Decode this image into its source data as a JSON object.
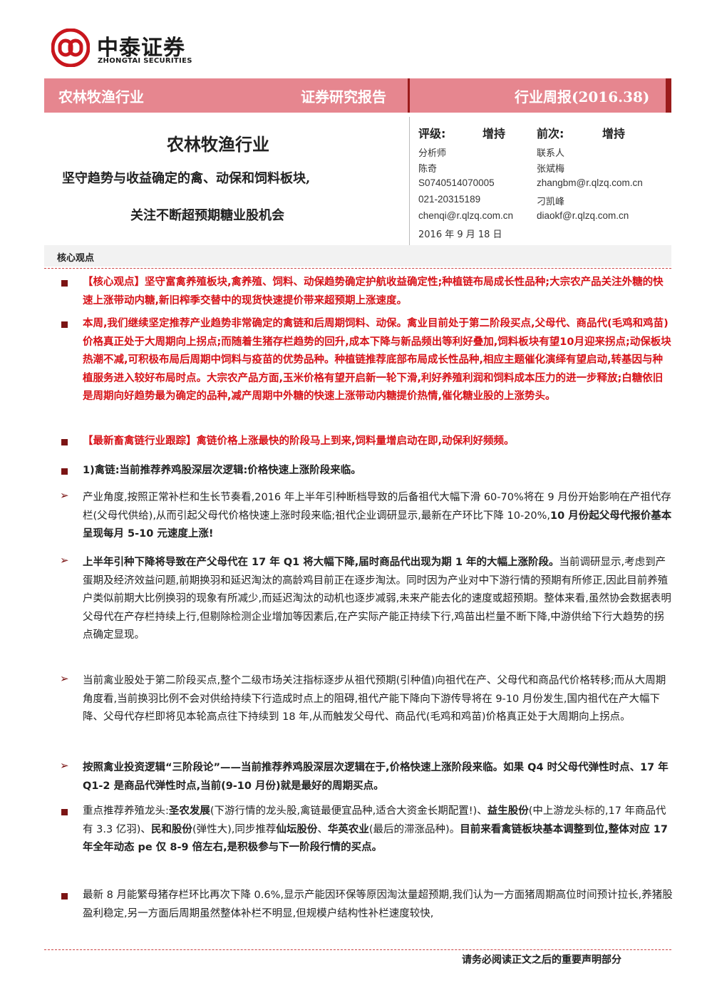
{
  "logo": {
    "cn": "中泰证券",
    "en": "ZHONGTAI SECURITIES",
    "colors": {
      "mark": "#c8161d"
    }
  },
  "band": {
    "sector": "农林牧渔行业",
    "report_type": "证券研究报告",
    "weekly": "行业周报(2016.38)"
  },
  "title": {
    "sector": "农林牧渔行业",
    "headline_line1": "坚守趋势与收益确定的禽、动保和饲料板块,",
    "headline_line2": "关注不断超预期糖业股机会"
  },
  "rating": {
    "label": "评级:",
    "value": "增持",
    "prev_label": "前次:",
    "prev_value": "增持"
  },
  "analyst": {
    "role": "分析师",
    "name": "陈奇",
    "cert": "S0740514070005",
    "phone": "021-20315189",
    "email": "chenqi@r.qlzq.com.cn",
    "date": "2016 年 9 月 18 日"
  },
  "contacts": {
    "role": "联系人",
    "name1": "张斌梅",
    "email1": "zhangbm@r.qlzq.com.cn",
    "name2": "刁凯峰",
    "email2": "diaokf@r.qlzq.com.cn"
  },
  "core": {
    "label": "核心观点"
  },
  "p1": "【核心观点】坚守富禽养殖板块,禽养殖、饲料、动保趋势确定护航收益确定性;种植链布局成长性品种;大宗农产品关注外糖的快速上涨带动内糖,新旧榨季交替中的现货快速提价带来超预期上涨速度。",
  "p2": "本周,我们继续坚定推荐产业趋势非常确定的禽链和后周期饲料、动保。禽业目前处于第二阶段买点,父母代、商品代(毛鸡和鸡苗)价格真正处于大周期向上拐点;而随着生猪存栏趋势的回升,成本下降与新品频出等利好叠加,饲料板块有望10月迎来拐点;动保板块热潮不减,可积极布局后周期中饲料与疫苗的优势品种。种植链推荐底部布局成长性品种,相应主题催化演绎有望启动,转基因与种植服务进入较好布局时点。大宗农产品方面,玉米价格有望开启新一轮下滑,利好养殖利润和饲料成本压力的进一步释放;白糖依旧是周期向好趋势最为确定的品种,减产周期中外糖的快速上涨带动内糖提价热情,催化糖业股的上涨势头。",
  "p3": "【最新畜禽链行业跟踪】禽链价格上涨最快的阶段马上到来,饲料量增启动在即,动保利好频频。",
  "p4": "1)禽链:当前推荐养鸡股深层次逻辑:价格快速上涨阶段来临。",
  "p5": {
    "a": "产业角度,按照正常补栏和生长节奏看,2016 年上半年引种断档导致的后备祖代大幅下滑 60-70%将在 9 月份开始影响在产祖代存栏(父母代供给),从而引起父母代价格快速上涨时段来临;祖代企业调研显示,最新在产环比下降 10-20%,",
    "b": "10 月份起父母代报价基本呈现每月 5-10 元速度上涨!"
  },
  "p6": {
    "a": "上半年引种下降将导致在产父母代在 17 年 Q1 将大幅下降,届时商品代出现为期 1 年的大幅上涨阶段。",
    "b": "当前调研显示,考虑到产蛋期及经济效益问题,前期换羽和延迟淘汰的高龄鸡目前正在逐步淘汰。同时因为产业对中下游行情的预期有所修正,因此目前养殖户类似前期大比例换羽的现象有所减少,而延迟淘汰的动机也逐步减弱,未来产能去化的速度或超预期。整体来看,虽然协会数据表明父母代在产存栏持续上行,但剔除检测企业增加等因素后,在产实际产能正持续下行,鸡苗出栏量不断下降,中游供给下行大趋势的拐点确定显现。"
  },
  "p7": "当前禽业股处于第二阶段买点,整个二级市场关注指标逐步从祖代预期(引种值)向祖代在产、父母代和商品代价格转移;而从大周期角度看,当前换羽比例不会对供给持续下行造成时点上的阻碍,祖代产能下降向下游传导将在 9-10 月份发生,国内祖代在产大幅下降、父母代存栏即将见本轮高点往下持续到 18 年,从而触发父母代、商品代(毛鸡和鸡苗)价格真正处于大周期向上拐点。",
  "p8": "按照禽业投资逻辑“三阶段论”——当前推荐养鸡股深层次逻辑在于,价格快速上涨阶段来临。如果 Q4 时父母代弹性时点、17 年 Q1-2 是商品代弹性时点,当前(9-10 月份)就是最好的周期买点。",
  "p9": {
    "a": "重点推荐养殖龙头:",
    "b": "圣农发展",
    "c": "(下游行情的龙头股,禽链最便宜品种,适合大资金长期配置!)、",
    "d": "益生股份",
    "e": "(中上游龙头标的,17 年商品代有 3.3 亿羽)、",
    "f": "民和股份",
    "g": "(弹性大),同步推荐",
    "h": "仙坛股份",
    "i": "、",
    "j": "华英农业",
    "k": "(最后的滞涨品种)。",
    "l": "目前来看禽链板块基本调整到位,整体对应 17 年全年动态 pe 仅 8-9 倍左右,是积极参与下一阶段行情的买点。"
  },
  "p10": "最新 8 月能繁母猪存栏环比再次下降 0.6%,显示产能因环保等原因淘汰量超预期,我们认为一方面猪周期高位时间预计拉长,养猪股盈利稳定,另一方面后周期虽然整体补栏不明显,但规模户结构性补栏速度较快,",
  "footer": "请务必阅读正文之后的重要声明部分"
}
